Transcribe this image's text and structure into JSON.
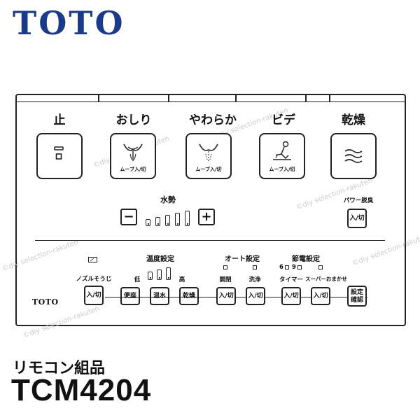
{
  "brand": {
    "logo_text": "TOTO",
    "color": "#1a3a8c"
  },
  "remote": {
    "main_buttons": [
      {
        "label": "止",
        "sub": "",
        "icon": "stop-icon"
      },
      {
        "label": "おしり",
        "sub": "ムーブ入/切",
        "icon": "rear-wash-icon"
      },
      {
        "label": "やわらか",
        "sub": "ムーブ入/切",
        "icon": "soft-wash-icon"
      },
      {
        "label": "ビデ",
        "sub": "ムーブ入/切",
        "icon": "bidet-icon"
      },
      {
        "label": "乾燥",
        "sub": "",
        "icon": "dryer-icon"
      }
    ],
    "water_pressure": {
      "label": "水勢",
      "minus": "−",
      "plus": "+",
      "levels": 5
    },
    "power_deodorize": {
      "label": "パワー脱臭",
      "button": "入/切"
    },
    "battery_icon": "battery-icon",
    "nozzle_clean": {
      "label": "ノズルそうじ",
      "button": "入/切"
    },
    "temperature": {
      "label": "温度設定",
      "low": "低",
      "high": "高",
      "levels": 3,
      "buttons": [
        "便座",
        "温水",
        "乾燥"
      ]
    },
    "auto": {
      "label": "オート設定",
      "items": [
        {
          "label": "開閉",
          "button": "入/切"
        },
        {
          "label": "洗浄",
          "button": "入/切"
        }
      ]
    },
    "power_save": {
      "label": "節電設定",
      "hours": [
        "6",
        "9"
      ],
      "items": [
        {
          "label": "タイマー",
          "button": "入/切"
        },
        {
          "label": "スーパーおまかせ",
          "button": "入/切"
        }
      ],
      "confirm_button": [
        "設定",
        "確認"
      ]
    },
    "small_logo": "TOTO"
  },
  "watermark": "©diy selection-rakuten",
  "product_name": "リモコン組品",
  "model_number": "TCM4204"
}
